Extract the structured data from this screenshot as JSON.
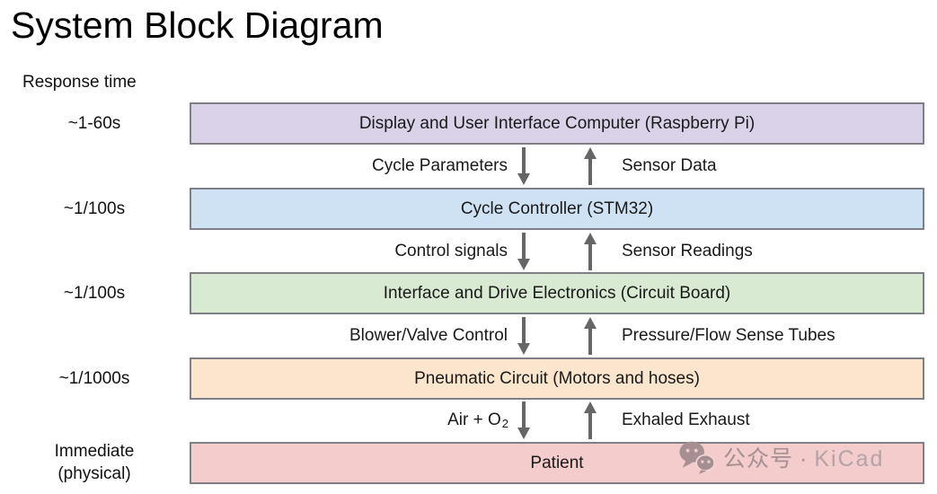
{
  "title": "System Block Diagram",
  "response_time": {
    "header": "Response time",
    "labels": [
      "~1-60s",
      "~1/100s",
      "~1/100s",
      "~1/1000s",
      "Immediate\n(physical)"
    ]
  },
  "blocks": [
    {
      "label": "Display and User Interface Computer (Raspberry Pi)",
      "fill": "#d9d2e9"
    },
    {
      "label": "Cycle Controller (STM32)",
      "fill": "#cfe2f3"
    },
    {
      "label": "Interface and Drive Electronics (Circuit Board)",
      "fill": "#d9ead3"
    },
    {
      "label": "Pneumatic Circuit (Motors and hoses)",
      "fill": "#fce5cd"
    },
    {
      "label": "Patient",
      "fill": "#f4cccc"
    }
  ],
  "flows": [
    {
      "down": {
        "text": "Cycle Parameters",
        "sub": ""
      },
      "up": "Sensor Data"
    },
    {
      "down": {
        "text": "Control signals",
        "sub": ""
      },
      "up": "Sensor Readings"
    },
    {
      "down": {
        "text": "Blower/Valve Control",
        "sub": ""
      },
      "up": "Pressure/Flow Sense Tubes"
    },
    {
      "down": {
        "text": "Air + O",
        "sub": "2"
      },
      "up": "Exhaled Exhaust"
    }
  ],
  "colors": {
    "block_border": "#7f7f87",
    "arrow": "#666666",
    "text": "#111111",
    "watermark": "#a68f93"
  },
  "watermark": {
    "icon": "wechat-icon",
    "account_label": "公众号",
    "separator": "·",
    "brand": "KiCad"
  }
}
